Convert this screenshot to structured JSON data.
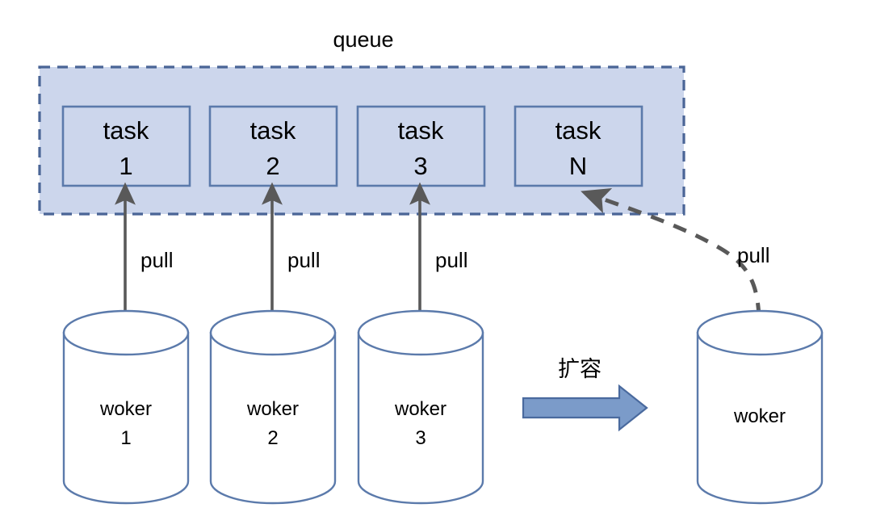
{
  "diagram": {
    "title_label": "queue",
    "queue": {
      "label": "queue",
      "fill_color": "#ccd6ec",
      "border_color": "#4a6596",
      "tasks": [
        {
          "name": "task",
          "id": "1"
        },
        {
          "name": "task",
          "id": "2"
        },
        {
          "name": "task",
          "id": "3"
        },
        {
          "name": "task",
          "id": "N"
        }
      ]
    },
    "workers": [
      {
        "name": "woker",
        "id": "1"
      },
      {
        "name": "woker",
        "id": "2"
      },
      {
        "name": "woker",
        "id": "3"
      },
      {
        "name": "woker",
        "id": ""
      }
    ],
    "edges": [
      {
        "label": "pull",
        "style": "solid"
      },
      {
        "label": "pull",
        "style": "solid"
      },
      {
        "label": "pull",
        "style": "solid"
      },
      {
        "label": "pull",
        "style": "dashed"
      }
    ],
    "scale_arrow": {
      "label": "扩容",
      "fill_color": "#7b9bc9",
      "border_color": "#4a6a9e"
    },
    "colors": {
      "task_border": "#5b7aab",
      "task_fill": "#ccd6ec",
      "cylinder_stroke": "#5b7aab",
      "cylinder_fill": "#ffffff",
      "arrow_stroke": "#595959",
      "text": "#000000",
      "background": "#ffffff"
    }
  }
}
